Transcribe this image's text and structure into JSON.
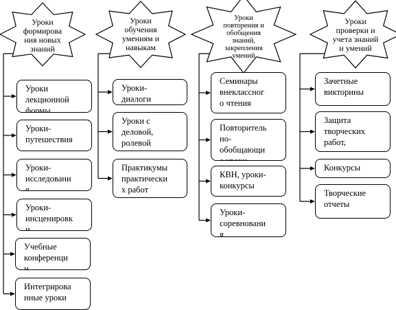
{
  "columns": [
    {
      "id": "c1",
      "header": "Уроки\nформирова\nния новых\nзнаний",
      "items": [
        "Уроки\nлекционной\nформы",
        "Уроки-\nпутешествия",
        "Уроки-\nисследовани\nя",
        "Уроки-\nинсценировк\nи",
        "Учебные\nконференци\nи",
        "Интегрирова\nнные уроки"
      ]
    },
    {
      "id": "c2",
      "header": "Уроки\nобучения\nумениям и\nнавыкам",
      "items": [
        "Уроки-\nдиалоги",
        "Уроки с\nделовой,\nролевой\nигрой",
        "Практикумы\nпрактически\nх работ"
      ]
    },
    {
      "id": "c3",
      "header": "Уроки\nповторения и\nобобщения\nзнаний,\nзакрепления\nумений",
      "items": [
        "Семинары\nвнеклассног\nо чтения",
        "Повторитель\nно-\nобобщающи\nе уроки",
        "КВН, уроки-\nконкурсы",
        "Уроки-\nсоревновани\nя"
      ]
    },
    {
      "id": "c4",
      "header": "Уроки\nпроверки и\nучета знаний\nи умений",
      "items": [
        "Зачетные\nвикторины",
        "Защита\nтворческих\nработ,\nпроектов",
        "Конкурсы",
        "Творческие\nотчеты"
      ]
    }
  ]
}
